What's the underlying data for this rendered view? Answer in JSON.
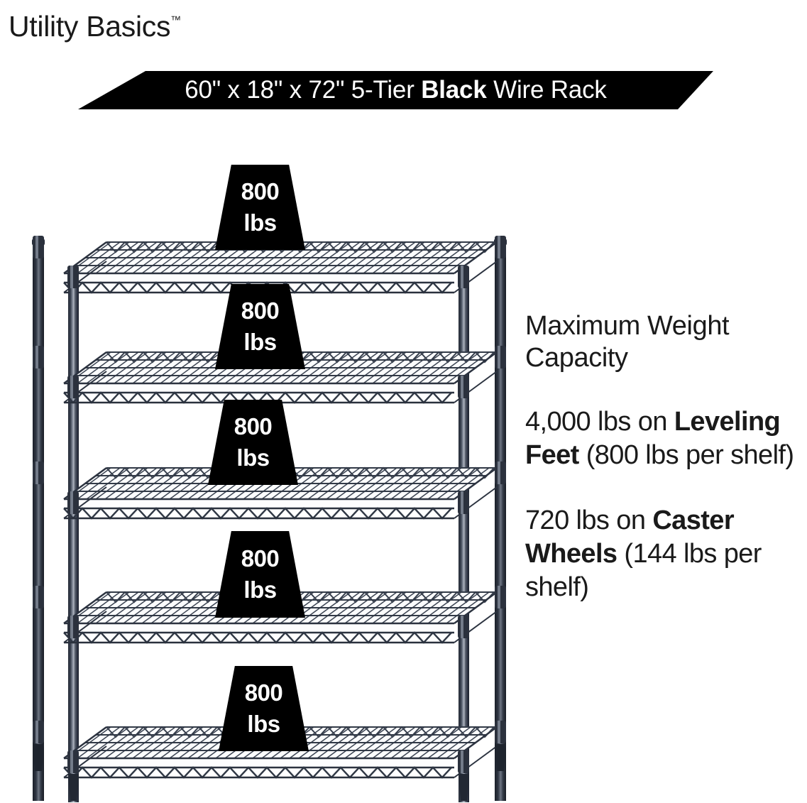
{
  "brand": {
    "name": "Utility Basics",
    "trademark": "™"
  },
  "banner": {
    "dimensions": "60\" x 18\" x 72\"",
    "tier": "5-Tier",
    "color_word": "Black",
    "product": "Wire Rack",
    "full_text": "60\" x 18\" x 72\" 5-Tier Black Wire Rack",
    "background_color": "#000000",
    "text_color": "#ffffff"
  },
  "copy": {
    "heading": "Maximum Weight Capacity",
    "paragraph_1": {
      "lead": "4,000 lbs on ",
      "emphasis": "Leveling Feet",
      "tail": " (800 lbs per shelf)"
    },
    "paragraph_2": {
      "lead": "720 lbs on ",
      "emphasis": "Caster Wheels",
      "tail": " (144 lbs per shelf)"
    }
  },
  "rack": {
    "shelf_count": 5,
    "frame_color": "#2e3542",
    "wire_color": "#3a4250",
    "badges": [
      {
        "number": "800",
        "unit": "lbs"
      },
      {
        "number": "800",
        "unit": "lbs"
      },
      {
        "number": "800",
        "unit": "lbs"
      },
      {
        "number": "800",
        "unit": "lbs"
      },
      {
        "number": "800",
        "unit": "lbs"
      }
    ]
  }
}
